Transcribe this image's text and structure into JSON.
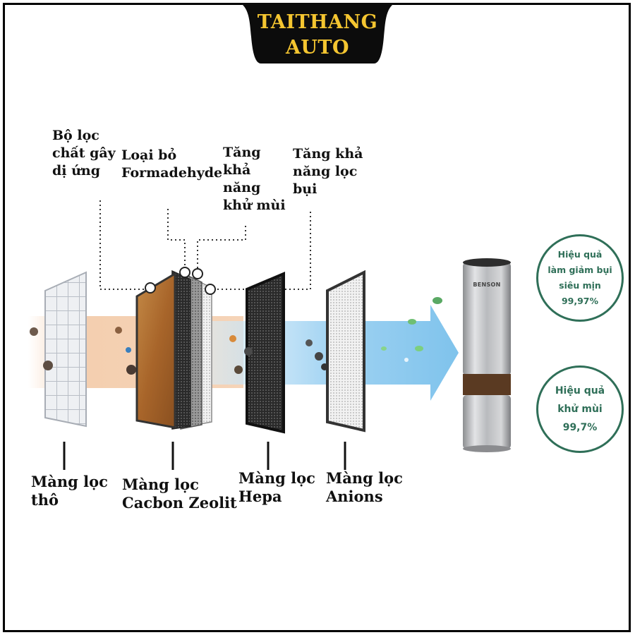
{
  "brand": {
    "line1": "TAITHANG",
    "line2": "AUTO",
    "banner_color": "#0c0c0c",
    "text_color": "#f4c530"
  },
  "top_labels": {
    "allergen": [
      "Bộ lọc",
      "chất gây",
      "dị ứng"
    ],
    "formaldehyde": [
      "Loại bỏ",
      "Formadehyde"
    ],
    "deodorize": [
      "Tăng",
      "khả",
      "năng",
      "khử mùi"
    ],
    "dust": [
      "Tăng khả",
      "năng lọc",
      "bụi"
    ]
  },
  "filters": [
    {
      "name": [
        "Màng lọc",
        "thô"
      ],
      "icon": "coarse-grid-filter-icon"
    },
    {
      "name": [
        "Màng lọc",
        "Cacbon Zeolit"
      ],
      "icon": "carbon-zeolite-filter-icon"
    },
    {
      "name": [
        "Màng lọc",
        "Hepa"
      ],
      "icon": "hepa-filter-icon"
    },
    {
      "name": [
        "Màng lọc",
        "Anions"
      ],
      "icon": "anion-filter-icon"
    }
  ],
  "device": {
    "brand_text": "BENSON",
    "icon": "cylindrical-air-purifier-icon"
  },
  "badges": [
    {
      "lines": [
        "Hiệu quả",
        "làm giảm bụi",
        "siêu mịn",
        "99,97%"
      ]
    },
    {
      "lines": [
        "Hiệu quả",
        "khử mùi",
        "99,7%"
      ]
    }
  ],
  "colors": {
    "accent_green": "#2f6f58",
    "airflow_blue": "#7fc3ec",
    "dirty_air": "#f3c9a6",
    "carbon_brown": "#b5712c"
  }
}
